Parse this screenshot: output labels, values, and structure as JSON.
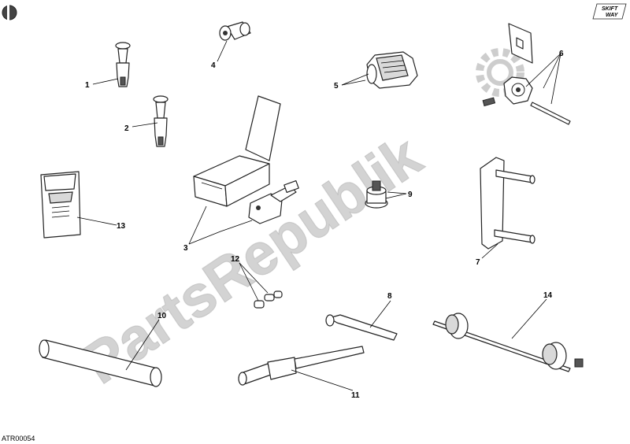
{
  "watermark": {
    "text": "PartsRepublik",
    "color": "#c8c8c8"
  },
  "logo": {
    "line1": "SKIFT",
    "line2": "WAY"
  },
  "diagram_code": "ATR00054",
  "callouts": {
    "c1": "1",
    "c2": "2",
    "c3": "3",
    "c4": "4",
    "c5": "5",
    "c6": "6",
    "c7": "7",
    "c8": "8",
    "c9": "9",
    "c10": "10",
    "c11": "11",
    "c12": "12",
    "c13": "13",
    "c14": "14"
  }
}
